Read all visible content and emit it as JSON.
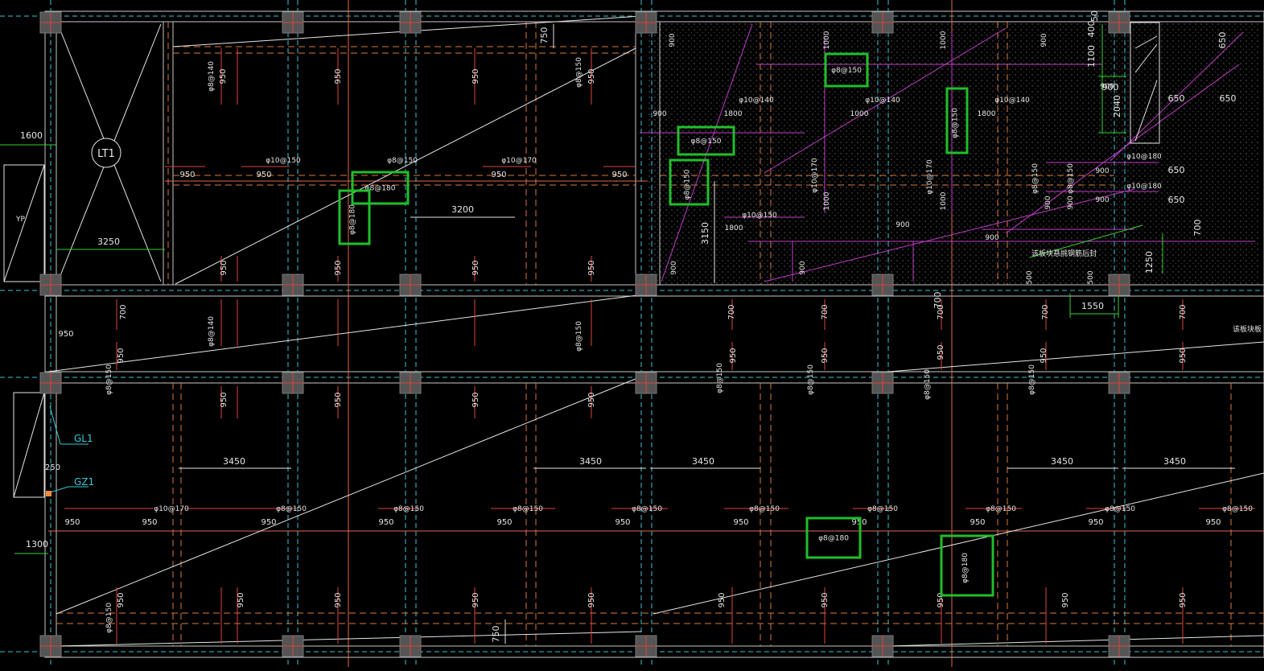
{
  "colors": {
    "background": "#000000",
    "beam": "#c8c8c8",
    "grid_axis": "#e06a4a",
    "axis_blue": "#39c7d6",
    "rebar_red": "#e0433a",
    "rebar_magenta": "#c23cc8",
    "column": "#555555",
    "highlight": "#1fbf2a",
    "dim_green": "#32d02e",
    "white_line": "#e6e6e6"
  },
  "stair": {
    "label": "LT1"
  },
  "left_notes": {
    "yp": "YP",
    "gl1": "GL1",
    "gz1": "GZ1",
    "dims": [
      "1600",
      "250",
      "1300"
    ]
  },
  "hatched_note": "该板块悬挑钢筋后封",
  "edge_note": "该板块板",
  "dimensions": [
    "3250",
    "3200",
    "750",
    "750",
    "3450",
    "3450",
    "3450",
    "3450",
    "3450",
    "3150",
    "1550",
    "1250",
    "900",
    "2040",
    "1100",
    "400",
    "50",
    "650",
    "650",
    "650",
    "650",
    "650",
    "700",
    "700"
  ],
  "red_labels_vertical": [
    {
      "t": "950"
    },
    {
      "t": "950"
    },
    {
      "t": "950"
    },
    {
      "t": "950"
    },
    {
      "t": "950"
    },
    {
      "t": "950"
    },
    {
      "t": "950"
    },
    {
      "t": "950"
    },
    {
      "t": "950"
    },
    {
      "t": "950"
    },
    {
      "t": "950"
    },
    {
      "t": "950"
    },
    {
      "t": "950"
    },
    {
      "t": "950"
    },
    {
      "t": "950"
    },
    {
      "t": "950"
    },
    {
      "t": "950"
    },
    {
      "t": "950"
    },
    {
      "t": "950"
    },
    {
      "t": "950"
    },
    {
      "t": "950"
    },
    {
      "t": "950"
    },
    {
      "t": "950"
    },
    {
      "t": "950"
    },
    {
      "t": "950"
    },
    {
      "t": "950"
    },
    {
      "t": "950"
    },
    {
      "t": "950"
    },
    {
      "t": "700"
    },
    {
      "t": "700"
    },
    {
      "t": "700"
    },
    {
      "t": "700"
    },
    {
      "t": "700"
    },
    {
      "t": "700"
    }
  ],
  "red_labels_horizontal": [
    {
      "t": "950"
    },
    {
      "t": "950"
    },
    {
      "t": "950"
    },
    {
      "t": "950"
    },
    {
      "t": "950"
    },
    {
      "t": "950"
    },
    {
      "t": "950"
    },
    {
      "t": "950"
    },
    {
      "t": "950"
    },
    {
      "t": "950"
    },
    {
      "t": "950"
    },
    {
      "t": "950"
    },
    {
      "t": "950"
    },
    {
      "t": "950"
    },
    {
      "t": "950"
    },
    {
      "t": "950"
    }
  ],
  "rebar_labels_horizontal": [
    {
      "t": "φ10@150"
    },
    {
      "t": "φ8@150"
    },
    {
      "t": "φ10@170"
    },
    {
      "t": "φ10@170"
    },
    {
      "t": "φ8@150"
    },
    {
      "t": "φ8@150"
    },
    {
      "t": "φ8@150"
    },
    {
      "t": "φ8@150"
    },
    {
      "t": "φ8@150"
    },
    {
      "t": "φ8@150"
    },
    {
      "t": "φ8@150"
    },
    {
      "t": "φ8@150"
    },
    {
      "t": "φ8@150"
    }
  ],
  "rebar_labels_vertical": [
    {
      "t": "φ8@140"
    },
    {
      "t": "φ8@150"
    },
    {
      "t": "φ8@140"
    },
    {
      "t": "φ8@150"
    },
    {
      "t": "φ8@150"
    },
    {
      "t": "φ8@150"
    },
    {
      "t": "φ8@150"
    },
    {
      "t": "φ8@150"
    },
    {
      "t": "φ8@150"
    },
    {
      "t": "φ8@150"
    }
  ],
  "magenta_labels": [
    {
      "t": "900"
    },
    {
      "t": "1000"
    },
    {
      "t": "1000"
    },
    {
      "t": "900"
    },
    {
      "t": "φ10@140"
    },
    {
      "t": "φ10@140"
    },
    {
      "t": "φ10@140"
    },
    {
      "t": "900"
    },
    {
      "t": "1800"
    },
    {
      "t": "1000"
    },
    {
      "t": "1800"
    },
    {
      "t": "φ10@170"
    },
    {
      "t": "φ10@170"
    },
    {
      "t": "1000"
    },
    {
      "t": "1000"
    },
    {
      "t": "φ10@150"
    },
    {
      "t": "1800"
    },
    {
      "t": "900"
    },
    {
      "t": "900"
    },
    {
      "t": "900"
    },
    {
      "t": "900"
    },
    {
      "t": "900"
    },
    {
      "t": "φ8@150"
    },
    {
      "t": "φ8@150"
    },
    {
      "t": "900"
    },
    {
      "t": "900"
    },
    {
      "t": "φ10@180"
    },
    {
      "t": "φ10@180"
    },
    {
      "t": "500"
    },
    {
      "t": "500"
    },
    {
      "t": "900"
    },
    {
      "t": "900"
    }
  ],
  "highlight_boxes": [
    {
      "label": "φ8@150"
    },
    {
      "label": "φ8@150"
    },
    {
      "label": "φ8@150"
    },
    {
      "label": "φ8@150"
    },
    {
      "label": "φ8@180"
    },
    {
      "label": "φ8@180"
    },
    {
      "label": "φ8@180"
    },
    {
      "label": "φ8@180"
    }
  ]
}
